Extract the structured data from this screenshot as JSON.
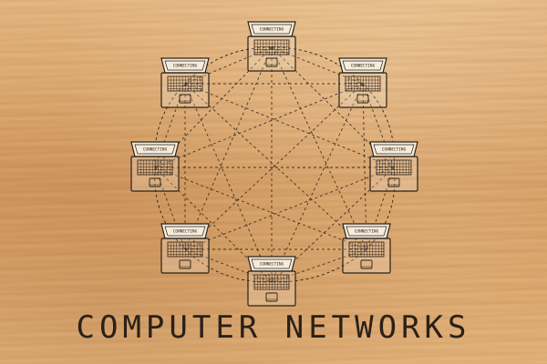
{
  "title": "COMPUTER NETWORKS",
  "laptop_screen_text": "CONNECTING",
  "laptop_count": 8,
  "colors": {
    "ink": "#2a2118",
    "wood": "#dba66c",
    "screen": "#f6ecdc"
  },
  "icon": "laptop-icon"
}
